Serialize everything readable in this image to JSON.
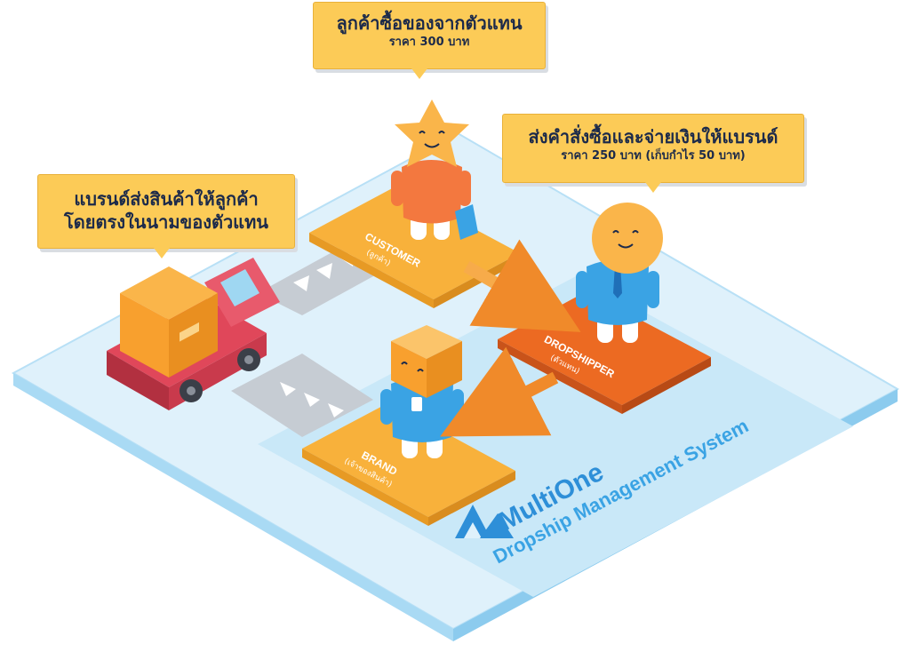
{
  "callouts": {
    "customer_buys": {
      "title": "ลูกค้าซื้อของจากตัวแทน",
      "price": "ราคา 300 บาท"
    },
    "order_pay": {
      "title": "ส่งคำสั่งซื้อและจ่ายเงินให้แบรนด์",
      "price": "ราคา 250 บาท (เก็บกำไร 50 บาท)"
    },
    "brand_ships": {
      "line1": "แบรนด์ส่งสินค้าให้ลูกค้า",
      "line2": "โดยตรงในนามของตัวแทน"
    }
  },
  "nodes": {
    "customer": {
      "label": "CUSTOMER",
      "sublabel": "(ลูกค้า)"
    },
    "dropshipper": {
      "label": "DROPSHIPPER",
      "sublabel": "(ตัวแทน)"
    },
    "brand": {
      "label": "BRAND",
      "sublabel": "(เจ้าของสินค้า)"
    }
  },
  "branding": {
    "name": "MultiOne",
    "tagline": "Dropship Management System"
  },
  "colors": {
    "callout": "#fccb57",
    "tile_yellow": "#f8b13b",
    "tile_orange": "#ec6a22",
    "platform": "#dff1fb",
    "accent_blue": "#3aa3e4",
    "brand_blue": "#2e8fd8",
    "arrow_orange": "#f08a2a",
    "truck_red": "#e0475a"
  }
}
